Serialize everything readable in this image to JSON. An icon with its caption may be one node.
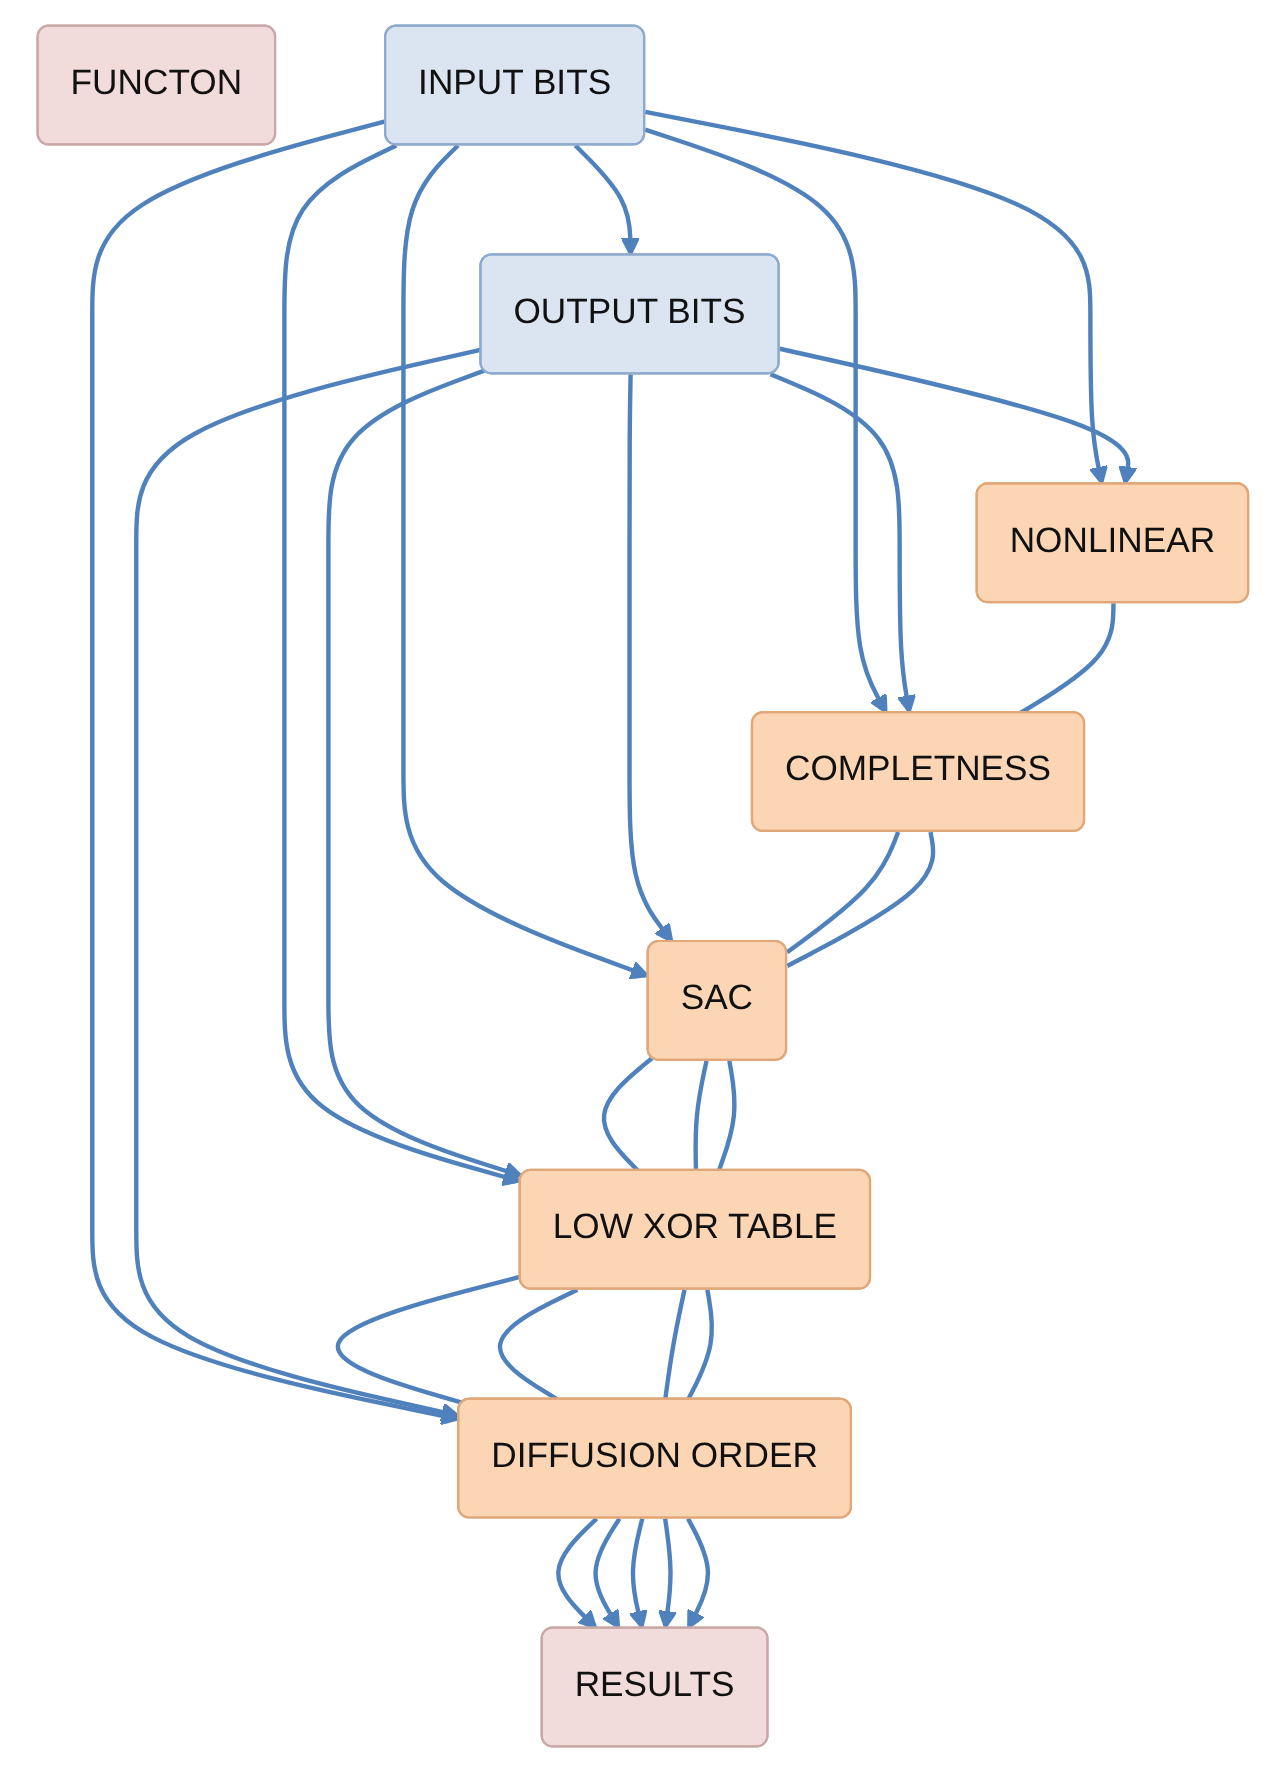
{
  "diagram": {
    "nodes": [
      {
        "text": [
          "FUNCTON"
        ]
      },
      {
        "text": [
          "INPUT BITS"
        ]
      },
      {
        "text": [
          "OUTPUT BITS"
        ]
      },
      {
        "text": [
          "NONLINEAR"
        ]
      },
      {
        "text": [
          "COMPLETNESS"
        ]
      },
      {
        "text": [
          "SAC"
        ]
      },
      {
        "text": [
          "LOW XOR TABLE"
        ]
      },
      {
        "text": [
          "DIFFUSION ORDER"
        ]
      },
      {
        "text": [
          "RESULTS"
        ]
      }
    ],
    "edges": [
      {
        "from": 1,
        "to": 2,
        "arrow": "to"
      },
      {
        "from": 1,
        "to": 3,
        "arrow": "to"
      },
      {
        "from": 1,
        "to": 4,
        "arrow": "to"
      },
      {
        "from": 1,
        "to": 5,
        "arrow": "to"
      },
      {
        "from": 1,
        "to": 6,
        "arrow": "to"
      },
      {
        "from": 1,
        "to": 7,
        "arrow": "to"
      },
      {
        "from": 2,
        "to": 3,
        "arrow": "to"
      },
      {
        "from": 2,
        "to": 4,
        "arrow": "to"
      },
      {
        "from": 2,
        "to": 5,
        "arrow": "to"
      },
      {
        "from": 2,
        "to": 6,
        "arrow": "to"
      },
      {
        "from": 2,
        "to": 7,
        "arrow": "to"
      },
      {
        "from": 3,
        "to": 4,
        "arrow": "none"
      },
      {
        "from": 4,
        "to": 5,
        "arrow": "none"
      },
      {
        "from": 4,
        "to": 5,
        "arrow": "none"
      },
      {
        "from": 5,
        "to": 6,
        "arrow": "none"
      },
      {
        "from": 5,
        "to": 6,
        "arrow": "none"
      },
      {
        "from": 5,
        "to": 6,
        "arrow": "none"
      },
      {
        "from": 6,
        "to": 7,
        "arrow": "none"
      },
      {
        "from": 6,
        "to": 7,
        "arrow": "none"
      },
      {
        "from": 6,
        "to": 7,
        "arrow": "none"
      },
      {
        "from": 6,
        "to": 7,
        "arrow": "none"
      },
      {
        "from": 7,
        "to": 8,
        "arrow": "to"
      },
      {
        "from": 7,
        "to": 8,
        "arrow": "to"
      },
      {
        "from": 7,
        "to": 8,
        "arrow": "to"
      },
      {
        "from": 7,
        "to": 8,
        "arrow": "to"
      },
      {
        "from": 7,
        "to": 8,
        "arrow": "to"
      }
    ]
  }
}
